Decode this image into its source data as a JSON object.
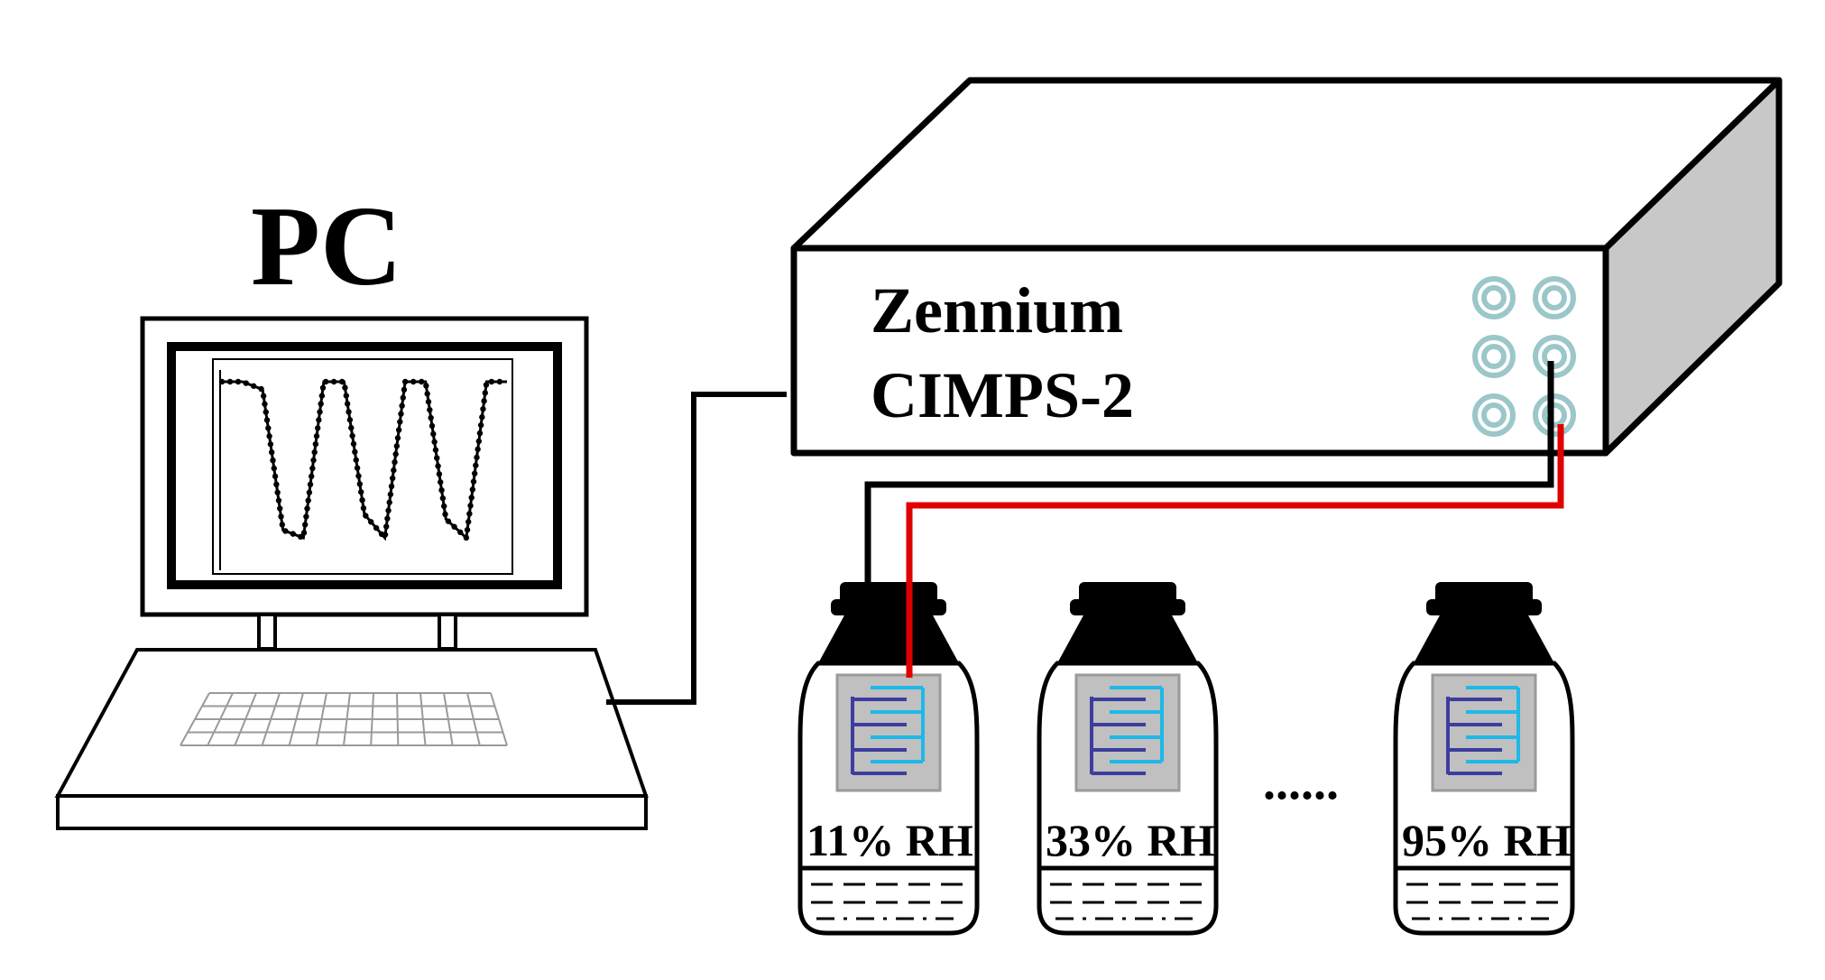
{
  "pc": {
    "label": "PC"
  },
  "instrument": {
    "line1": "Zennium",
    "line2": "CIMPS-2"
  },
  "bottles": [
    {
      "label": "11% RH"
    },
    {
      "label": "33% RH"
    },
    {
      "label": "95% RH"
    }
  ],
  "ellipsis": "......",
  "colors": {
    "outline": "#000000",
    "red_lead": "#e00000",
    "black_lead": "#000000",
    "port_ring": "#9cc7c9",
    "sensor_pad": "#c0c0c0",
    "electrode_left": "#3d3da0",
    "electrode_right": "#1fb8e8",
    "box_side": "#c8c8c8"
  },
  "screen_curve": {
    "type": "line",
    "values": [
      1.0,
      1.0,
      0.95,
      0.05,
      0.0,
      1.0,
      1.0,
      0.15,
      0.0,
      1.0,
      1.0,
      0.12,
      0.0,
      1.0,
      1.0
    ]
  }
}
